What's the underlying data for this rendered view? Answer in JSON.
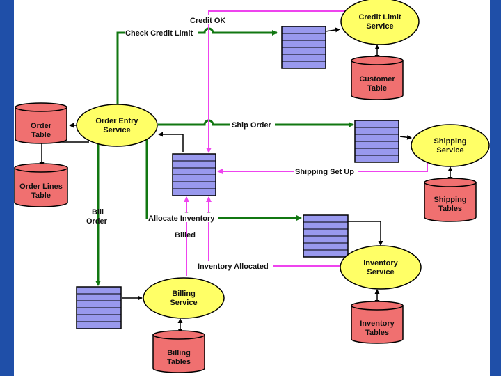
{
  "services": {
    "order_entry": [
      "Order Entry",
      "Service"
    ],
    "credit_limit": [
      "Credit Limit",
      "Service"
    ],
    "shipping": [
      "Shipping",
      "Service"
    ],
    "inventory": [
      "Inventory",
      "Service"
    ],
    "billing": [
      "Billing",
      "Service"
    ]
  },
  "tables": {
    "order": [
      "Order",
      "Table"
    ],
    "order_lines": [
      "Order Lines",
      "Table"
    ],
    "customer": [
      "Customer",
      "Table"
    ],
    "shipping": [
      "Shipping",
      "Tables"
    ],
    "inventory": [
      "Inventory",
      "Tables"
    ],
    "billing": [
      "Billing",
      "Tables"
    ]
  },
  "messages": {
    "credit_ok": "Credit OK",
    "check_credit_limit": "Check Credit Limit",
    "ship_order": "Ship Order",
    "shipping_set_up": "Shipping Set Up",
    "bill_order": [
      "Bill",
      "Order"
    ],
    "allocate_inventory": "Allocate Inventory",
    "billed": "Billed",
    "inventory_allocated": "Inventory Allocated"
  },
  "colors": {
    "background": "#1f4fa8",
    "canvas": "#ffffff",
    "service_fill": "#ffff66",
    "table_fill": "#f07070",
    "queue_fill": "#9999ee",
    "request_flow": "#117711",
    "reply_flow": "#ee44ee",
    "neutral_line": "#000000"
  }
}
